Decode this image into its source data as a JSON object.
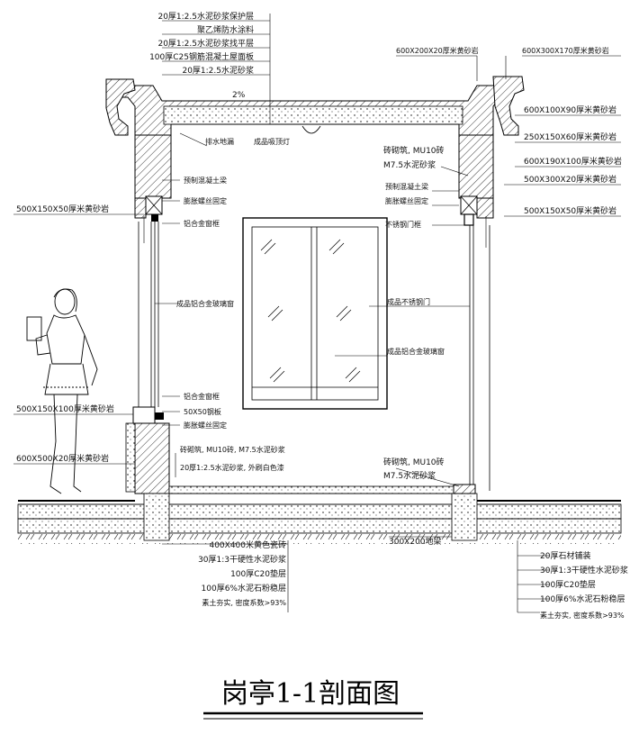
{
  "title": "岗亭1-1剖面图",
  "labels": {
    "roof_top_left": [
      "20厚1:2.5水泥砂浆保护层",
      "聚乙烯防水涂料",
      "20厚1:2.5水泥砂浆找平层",
      "100厚C25钢筋混凝土屋面板",
      "20厚1:2.5水泥砂浆"
    ],
    "slope": "2%",
    "inner_top": [
      "排水地漏",
      "成品吸顶灯"
    ],
    "left_middle": [
      "预制混凝土梁",
      "膨胀螺丝固定",
      "铝合金窗框"
    ],
    "left_outer": "500X150X50厚米黄砂岩",
    "window_left": "成品铝合金玻璃窗",
    "left_lower": [
      "铝合金窗框",
      "50X50钢板",
      "膨胀螺丝固定"
    ],
    "left_base": [
      "500X150X100厚米黄砂岩",
      "600X500X20厚米黄砂岩"
    ],
    "wall_note_left": [
      "砖砌筑, MU10砖, M7.5水泥砂浆",
      "20厚1:2.5水泥砂浆, 外刷白色漆"
    ],
    "right_top": [
      "600X200X20厚米黄砂岩",
      "600X300X170厚米黄砂岩"
    ],
    "right_side": [
      "600X100X90厚米黄砂岩",
      "250X150X60厚米黄砂岩",
      "600X190X100厚米黄砂岩",
      "500X300X20厚米黄砂岩",
      "500X150X50厚米黄砂岩"
    ],
    "right_inner": [
      "砖砌筑, MU10砖",
      "M7.5水泥砂浆",
      "预制混凝土梁",
      "膨胀螺丝固定",
      "不锈钢门框"
    ],
    "door_label": "成品不锈钢门",
    "glass_label": "成品铝合金玻璃窗",
    "right_lower_wall": [
      "砖砌筑, MU10砖",
      "M7.5水泥砂浆"
    ],
    "beam": "300X200地梁",
    "floor_left": [
      "400X400米黄色瓷砖",
      "30厚1:3干硬性水泥砂浆",
      "100厚C20垫层",
      "100厚6%水泥石粉稳层",
      "素土夯实, 密度系数>93%"
    ],
    "floor_right": [
      "20厚石材铺装",
      "30厚1:3干硬性水泥砂浆",
      "100厚C20垫层",
      "100厚6%水泥石粉稳层",
      "素土夯实, 密度系数>93%"
    ]
  }
}
